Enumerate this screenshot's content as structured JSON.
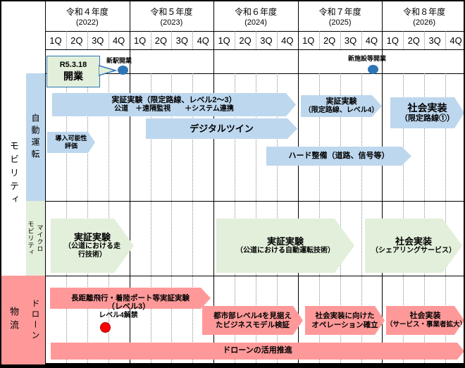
{
  "colors": {
    "arrow_blue": "#bdd7ee",
    "arrow_green": "#e2efda",
    "arrow_pink": "#ff9999",
    "dot_blue": "#2e75b6",
    "dot_red": "#ff0000",
    "grid": "#000000"
  },
  "header": {
    "years": [
      {
        "label": "令和４年度",
        "year": "(2022)"
      },
      {
        "label": "令和５年度",
        "year": "(2023)"
      },
      {
        "label": "令和６年度",
        "year": "(2024)"
      },
      {
        "label": "令和７年度",
        "year": "(2025)"
      },
      {
        "label": "令和８年度",
        "year": "(2026)"
      }
    ],
    "quarters": [
      "1Q",
      "2Q",
      "3Q",
      "4Q"
    ]
  },
  "sidebar": {
    "mobility": "モビリティ",
    "logistics": "物流",
    "auto_driving": "自動運転",
    "micro_line1": "マイクロ",
    "micro_line2": "モビリティ",
    "drone": "ドローン"
  },
  "milestones": {
    "station_open": "新駅開業",
    "callout_date": "R5.3.18",
    "callout_event": "開業",
    "facility_open": "新施設等開業",
    "level4_unlock": "レベル4解禁"
  },
  "arrows": {
    "auto1a": "実証実験（限定路線、レベル2～3）",
    "auto1b": "公道　＋遠隔監視　　＋システム連携",
    "auto2": "デジタルツイン",
    "auto3a": "実証実験",
    "auto3b": "（限定路線、レベル4）",
    "auto4a": "社会実装",
    "auto4b": "（限定路線①）",
    "auto5a": "導入可能性",
    "auto5b": "評価",
    "auto6": "ハード整備（道路、信号等）",
    "micro1a": "実証実験",
    "micro1b": "（公道における走",
    "micro1c": "行技術）",
    "micro2a": "実証実験",
    "micro2b": "（公道における自動運転技術）",
    "micro3a": "社会実装",
    "micro3b": "（シェアリングサービス）",
    "drone1a": "長距離飛行・着陸ポート等実証実験",
    "drone1b": "（レベル3）",
    "drone2a": "都市部レベル4を見据え",
    "drone2b": "たビジネスモデル検証",
    "drone3a": "社会実装に向けた",
    "drone3b": "オペレーション確立",
    "drone4a": "社会実装",
    "drone4b": "（サービス・事業者拡大）",
    "drone5": "ドローンの活用推進"
  }
}
